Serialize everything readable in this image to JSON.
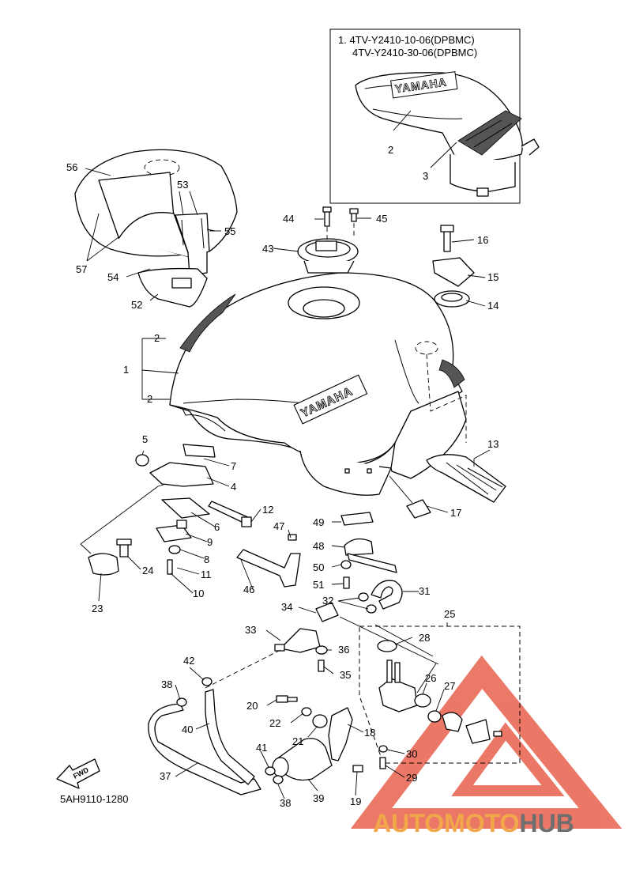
{
  "inset": {
    "title_line1": "1. 4TV-Y2410-10-06(DPBMC)",
    "title_line2": "4TV-Y2410-30-06(DPBMC)"
  },
  "emblem_text": "YAMAHA",
  "diagram_code": "5AH9110-1280",
  "fwd_label": "FWD",
  "watermark": {
    "part_a": "AUTOMOTO",
    "part_b": "HUB",
    "color_a": "#f2a84a",
    "color_b": "#6e6e6e",
    "triangle_color": "#e8614d"
  },
  "callouts": [
    "1",
    "2",
    "2",
    "2",
    "3",
    "4",
    "5",
    "6",
    "7",
    "8",
    "9",
    "10",
    "11",
    "12",
    "13",
    "14",
    "15",
    "16",
    "17",
    "18",
    "19",
    "20",
    "21",
    "22",
    "23",
    "24",
    "25",
    "26",
    "27",
    "28",
    "29",
    "30",
    "31",
    "32",
    "33",
    "34",
    "35",
    "36",
    "37",
    "38",
    "38",
    "39",
    "40",
    "41",
    "42",
    "43",
    "44",
    "45",
    "46",
    "47",
    "48",
    "49",
    "50",
    "51",
    "52",
    "53",
    "54",
    "55",
    "56",
    "57"
  ]
}
